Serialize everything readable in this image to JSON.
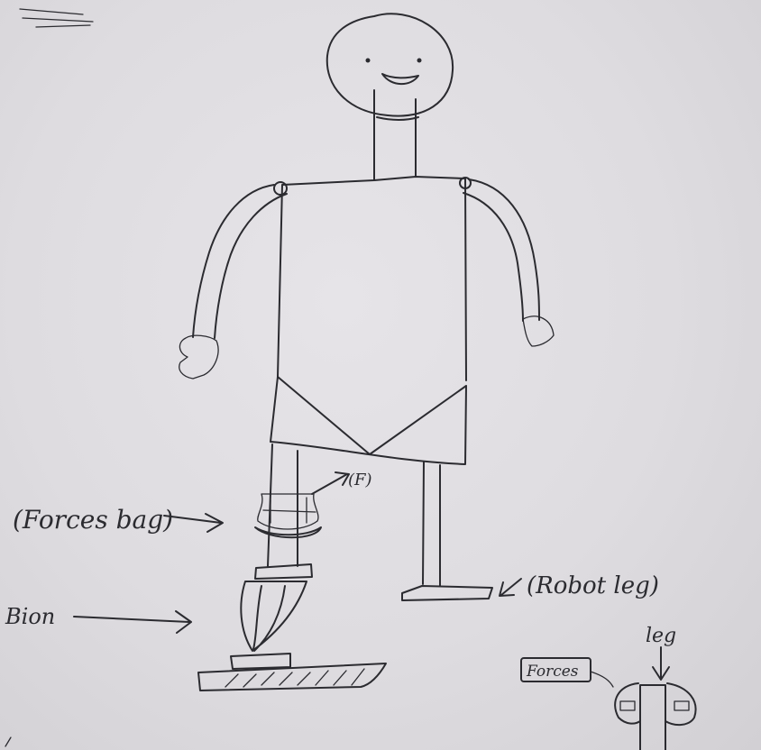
{
  "labels": {
    "forces_bag": "(Forces bag)",
    "force": "(F)",
    "robot_leg": "(Robot leg)",
    "bionic": "Bion",
    "leg": "leg",
    "forces": "Forces"
  },
  "colors": {
    "paper": "#dedce0",
    "ink": "#2b2b30"
  }
}
